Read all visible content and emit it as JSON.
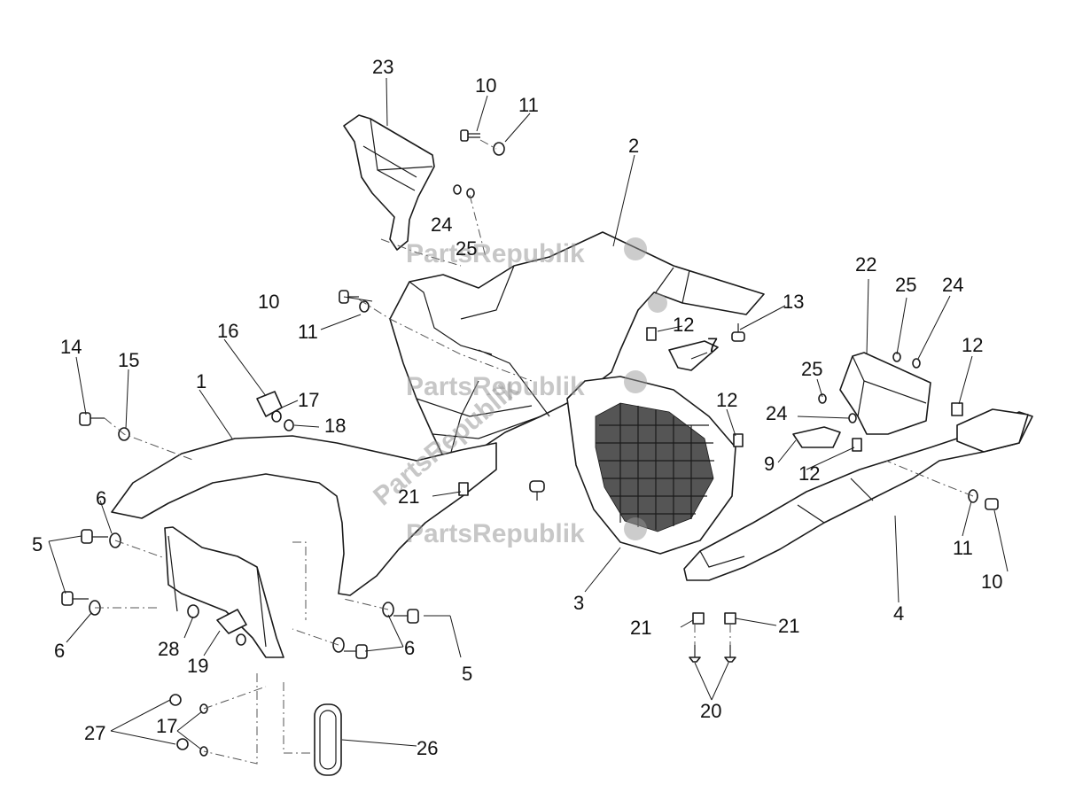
{
  "watermark": "PartsRepublik",
  "callouts": {
    "c1": "1",
    "c2": "2",
    "c3": "3",
    "c4": "4",
    "c5a": "5",
    "c5b": "5",
    "c6a": "6",
    "c6b": "6",
    "c6c": "6",
    "c7": "7",
    "c9": "9",
    "c10a": "10",
    "c10b": "10",
    "c10c": "10",
    "c11a": "11",
    "c11b": "11",
    "c11c": "11",
    "c12a": "12",
    "c12b": "12",
    "c12c": "12",
    "c12d": "12",
    "c13": "13",
    "c14": "14",
    "c15": "15",
    "c16": "16",
    "c17a": "17",
    "c17b": "17",
    "c18": "18",
    "c19": "19",
    "c20": "20",
    "c21a": "21",
    "c21b": "21",
    "c21c": "21",
    "c22": "22",
    "c23": "23",
    "c24a": "24",
    "c24b": "24",
    "c24c": "24",
    "c25a": "25",
    "c25b": "25",
    "c25c": "25",
    "c26": "26",
    "c27": "27",
    "c28": "28"
  }
}
